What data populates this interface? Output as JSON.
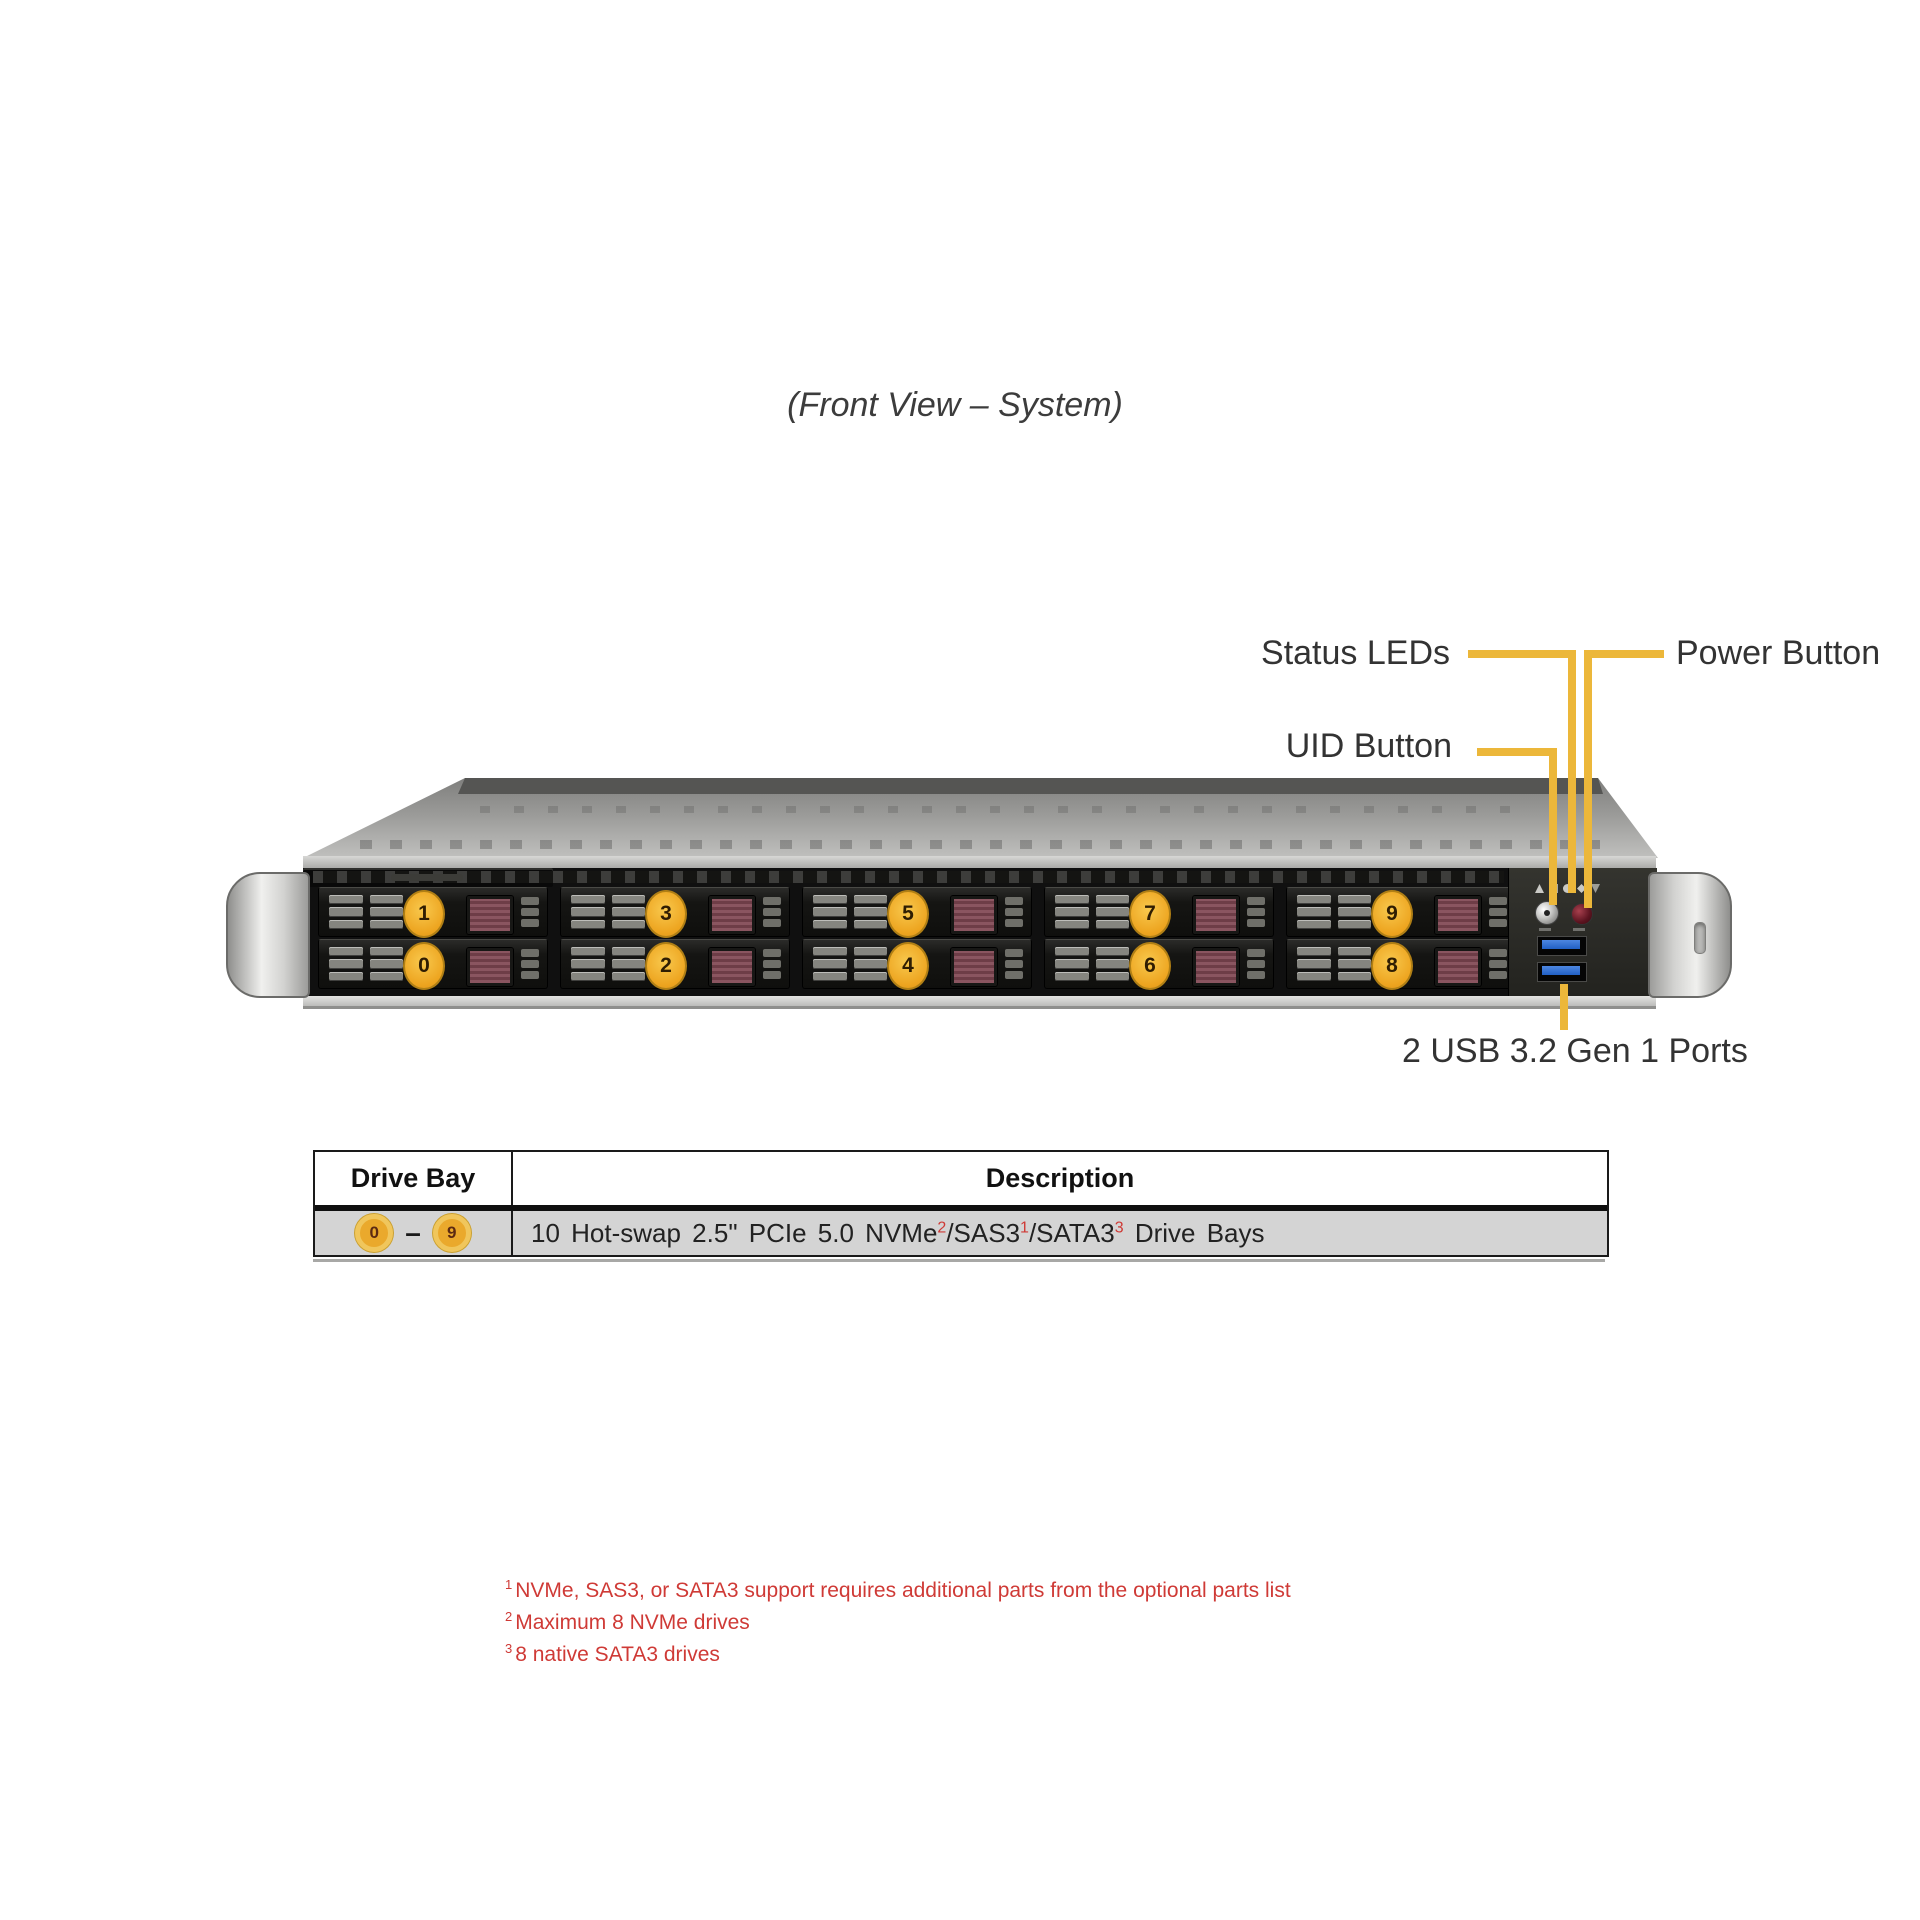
{
  "title": "(Front View – System)",
  "callouts": {
    "status_leds": "Status LEDs",
    "power_button": "Power Button",
    "uid_button": "UID Button",
    "usb_ports": "2 USB 3.2 Gen 1 Ports"
  },
  "server": {
    "drive_bays": {
      "top_row": [
        "1",
        "3",
        "5",
        "7",
        "9"
      ],
      "bottom_row": [
        "0",
        "2",
        "4",
        "6",
        "8"
      ]
    }
  },
  "table": {
    "headers": [
      "Drive Bay",
      "Description"
    ],
    "row": {
      "bay_start": "0",
      "bay_range_separator": "–",
      "bay_end": "9",
      "description_parts": [
        {
          "text": "10 Hot-swap 2.5\" PCIe 5.0 NVMe"
        },
        {
          "sup": "2"
        },
        {
          "text": "/SAS3"
        },
        {
          "sup": "1"
        },
        {
          "text": "/SATA3"
        },
        {
          "sup": "3"
        },
        {
          "text": " Drive Bays"
        }
      ]
    }
  },
  "footnotes": [
    {
      "sup": "1",
      "text": "NVMe, SAS3, or SATA3 support requires additional parts from the optional parts list"
    },
    {
      "sup": "2",
      "text": "Maximum 8 NVMe drives"
    },
    {
      "sup": "3",
      "text": "8 native SATA3 drives"
    }
  ],
  "colors": {
    "callout_line": "#ecb73a",
    "bay_badge": "#f2b535",
    "footnote_red": "#cf3a36",
    "usb_blue": "#2160c4"
  }
}
